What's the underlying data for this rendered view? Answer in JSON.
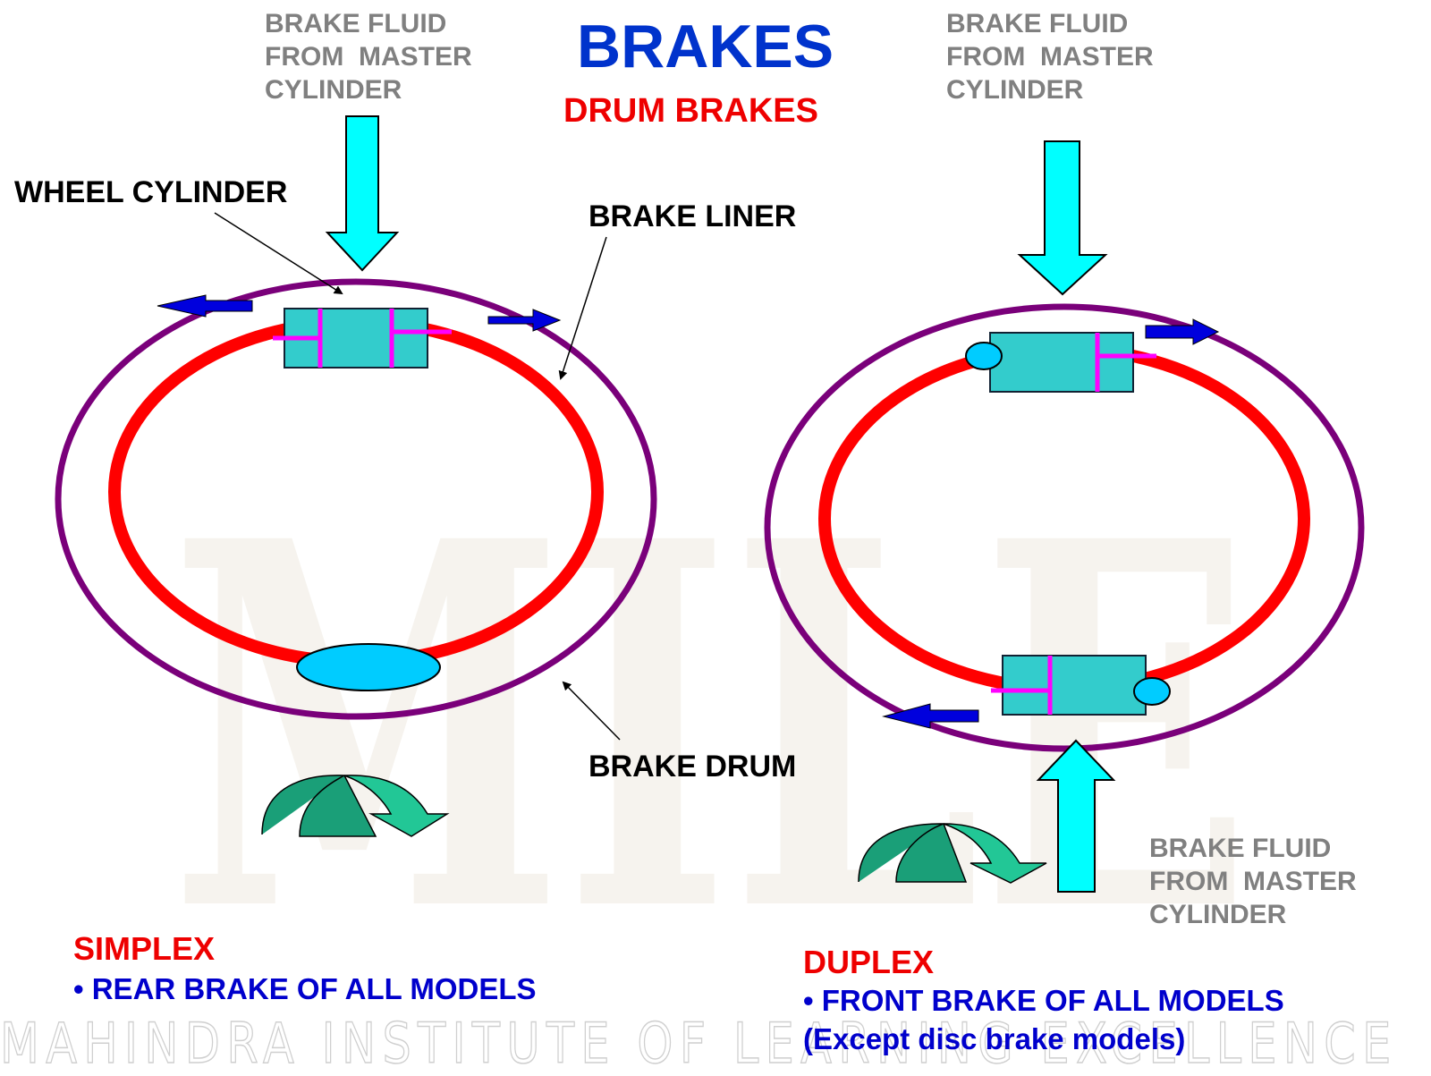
{
  "title": "BRAKES",
  "subtitle": "DRUM BRAKES",
  "labels": {
    "fluid_left": "BRAKE FLUID\nFROM  MASTER\nCYLINDER",
    "fluid_right_top": "BRAKE FLUID\nFROM  MASTER\nCYLINDER",
    "fluid_right_bottom": "BRAKE FLUID\nFROM  MASTER\nCYLINDER",
    "wheel_cylinder": "WHEEL CYLINDER",
    "brake_liner": "BRAKE LINER",
    "brake_drum": "BRAKE DRUM"
  },
  "simplex": {
    "heading": "SIMPLEX",
    "bullet": "• REAR BRAKE OF ALL MODELS"
  },
  "duplex": {
    "heading": "DUPLEX",
    "bullet": "• FRONT BRAKE OF ALL MODELS",
    "note": "(Except disc brake models)"
  },
  "watermark": {
    "letters": "MILE",
    "text": "MAHINDRA INSTITUTE OF LEARNING EXCELLENCE"
  },
  "colors": {
    "drum": "#7a007a",
    "liner": "#ff0000",
    "cylinder": "#33cccc",
    "piston": "#ff00ff",
    "fluid_arrow": "#00ffff",
    "shoe_arrow": "#0000dd",
    "anchor": "#00ccff",
    "rotation_arrow": "#1a9f78"
  }
}
